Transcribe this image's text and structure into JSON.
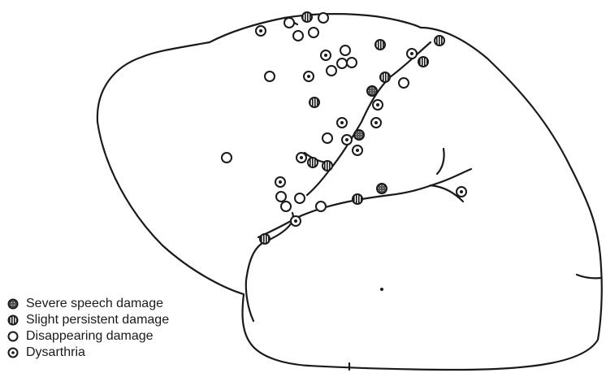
{
  "legend": [
    {
      "key": "severe",
      "label": "Severe speech damage"
    },
    {
      "key": "slight",
      "label": "Slight persistent damage"
    },
    {
      "key": "disappearing",
      "label": "Disappearing damage"
    },
    {
      "key": "dysarthria",
      "label": "Dysarthria"
    }
  ],
  "colors": {
    "ink": "#1a1a1a",
    "paper": "#ffffff"
  }
}
